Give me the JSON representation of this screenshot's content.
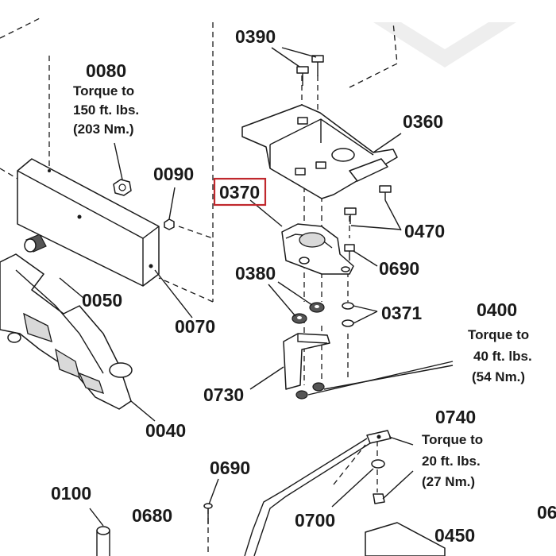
{
  "diagram": {
    "part_labels": {
      "p0390": "0390",
      "p0080": "0080",
      "p0360": "0360",
      "p0090": "0090",
      "p0370": "0370",
      "p0470": "0470",
      "p0690_top": "0690",
      "p0380": "0380",
      "p0050": "0050",
      "p0371": "0371",
      "p0400": "0400",
      "p0070": "0070",
      "p0730": "0730",
      "p0040": "0040",
      "p0740": "0740",
      "p0690_bottom": "0690",
      "p0100": "0100",
      "p0680": "0680",
      "p0700": "0700",
      "p0450": "0450",
      "p06_edge": "06"
    },
    "torque_notes": {
      "n0080": [
        "Torque to",
        "150 ft. lbs.",
        "(203 Nm.)"
      ],
      "n0400": [
        "Torque to",
        "40 ft. lbs.",
        "(54 Nm.)"
      ],
      "n0740": [
        "Torque to",
        "20 ft. lbs.",
        "(27 Nm.)"
      ]
    },
    "highlighted_part": "0370",
    "highlight_color": "#c0282d",
    "line_color": "#1a1a1a"
  }
}
